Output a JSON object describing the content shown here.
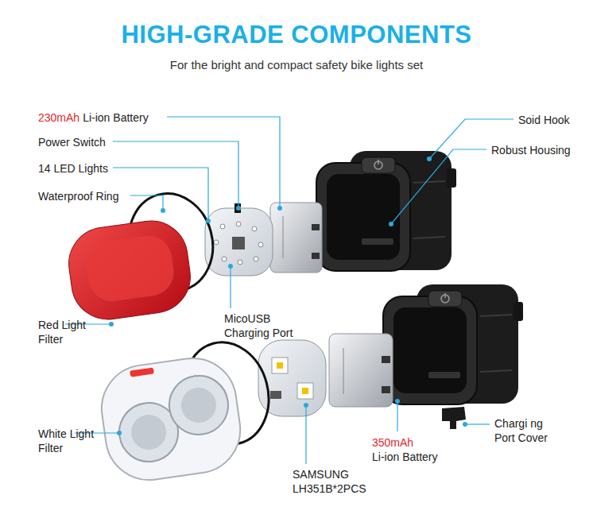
{
  "diagram": {
    "title": "HIGH-GRADE COMPONENTS",
    "labels": [
      "230mAh",
      "Li-ion Battery",
      "Power Switch",
      "14 LED Lights",
      "Waterproof Ring",
      "Red Light Filter",
      "MicoUSB Charging Port",
      "White Light Filter",
      "SAMSUNG LH351B*2PCS",
      "350mAh",
      "Li-ion Battery",
      "Chargi ng Port Cover",
      "Soid Hook",
      "Robust Housing",
      "For the bright and compact safety bike lights set"
    ]
  }
}
